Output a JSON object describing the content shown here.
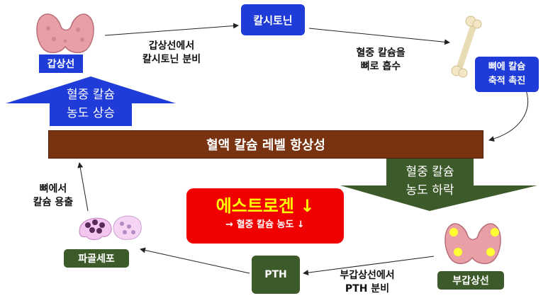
{
  "nodes": {
    "thyroid": "갑상선",
    "calcitonin": "칼시토닌",
    "bone_deposit": "뼈에 칼슘\n축적 촉진",
    "homeostasis": "혈액 칼슘 레벨 항상성",
    "parathyroid": "부갑상선",
    "pth": "PTH",
    "osteoclast": "파골세포"
  },
  "arrows": {
    "rise": "혈중 칼슘\n농도 상승",
    "fall": "혈중 칼슘\n농도 하락"
  },
  "edge_labels": {
    "thyroid_to_calcitonin": "갑상선에서\n칼시토닌 분비",
    "calcitonin_to_bone": "혈중 칼슘을\n뼈로 흡수",
    "parathyroid_to_pth": "부갑상선에서\nPTH 분비",
    "osteoclast_to_blood": "뼈에서\n칼슘 용출"
  },
  "estrogen": {
    "title": "에스트로겐 ↓",
    "subtitle": "→ 혈중 칼슘 농도 ↓"
  },
  "colors": {
    "blue_box": "#1f3bd8",
    "green_box": "#3d5a2a",
    "brown_bar": "#7a3310",
    "red_box": "#f00000",
    "estrogen_title": "#ffff00"
  }
}
